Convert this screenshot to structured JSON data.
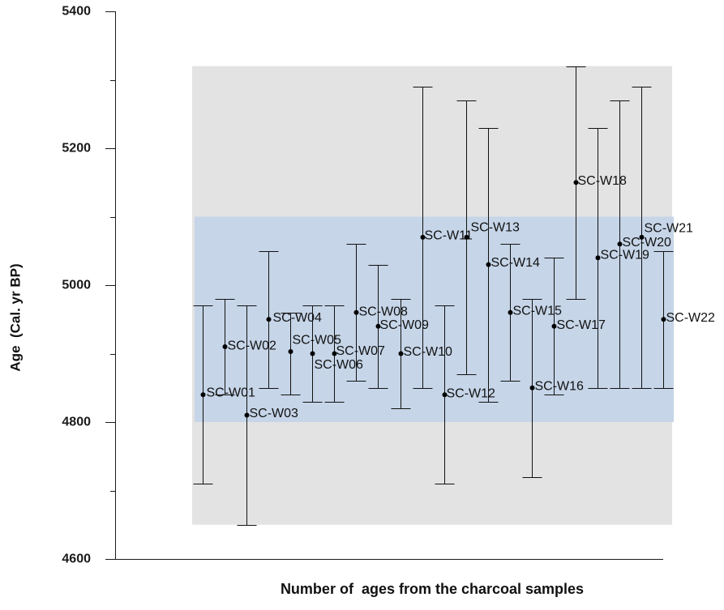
{
  "chart_data": {
    "type": "scatter",
    "error_bars": "vertical",
    "xlabel": "Number of  ages from the charcoal samples",
    "ylabel": "Age  (Cal. yr BP)",
    "ylim": [
      4600,
      5400
    ],
    "yticks": [
      4600,
      4800,
      5000,
      5200,
      5400
    ],
    "yminor_ticks": [
      4700,
      4900,
      5100,
      5300
    ],
    "xlim": [
      -3,
      22
    ],
    "xticks": [],
    "grid": false,
    "legend": "none",
    "point_color": "#000000",
    "bands": [
      {
        "from": 4650,
        "to": 5320,
        "color": "#e3e3e3"
      },
      {
        "from": 4800,
        "to": 5100,
        "color": "#c6d5e8"
      }
    ],
    "points": [
      {
        "label": "SC-W01",
        "x": 1,
        "y": 4840,
        "low": 4710,
        "high": 4970
      },
      {
        "label": "SC-W02",
        "x": 2,
        "y": 4910,
        "low": 4840,
        "high": 4980
      },
      {
        "label": "SC-W03",
        "x": 3,
        "y": 4810,
        "low": 4650,
        "high": 4970
      },
      {
        "label": "SC-W04",
        "x": 4,
        "y": 4950,
        "low": 4850,
        "high": 5050
      },
      {
        "label": "SC-W05",
        "x": 5,
        "y": 4903,
        "low": 4840,
        "high": 4960
      },
      {
        "label": "SC-W06",
        "x": 6,
        "y": 4900,
        "low": 4830,
        "high": 4970
      },
      {
        "label": "SC-W07",
        "x": 7,
        "y": 4900,
        "low": 4830,
        "high": 4970
      },
      {
        "label": "SC-W08",
        "x": 8,
        "y": 4960,
        "low": 4860,
        "high": 5060
      },
      {
        "label": "SC-W09",
        "x": 9,
        "y": 4940,
        "low": 4850,
        "high": 5030
      },
      {
        "label": "SC-W10",
        "x": 10,
        "y": 4900,
        "low": 4820,
        "high": 4980
      },
      {
        "label": "SC-W11",
        "x": 11,
        "y": 5070,
        "low": 4850,
        "high": 5290
      },
      {
        "label": "SC-W12",
        "x": 12,
        "y": 4840,
        "low": 4710,
        "high": 4970
      },
      {
        "label": "SC-W13",
        "x": 13,
        "y": 5070,
        "low": 4870,
        "high": 5270
      },
      {
        "label": "SC-W14",
        "x": 14,
        "y": 5030,
        "low": 4830,
        "high": 5230
      },
      {
        "label": "SC-W15",
        "x": 15,
        "y": 4960,
        "low": 4860,
        "high": 5060
      },
      {
        "label": "SC-W16",
        "x": 16,
        "y": 4850,
        "low": 4720,
        "high": 4980
      },
      {
        "label": "SC-W17",
        "x": 17,
        "y": 4940,
        "low": 4840,
        "high": 5040
      },
      {
        "label": "SC-W18",
        "x": 18,
        "y": 5150,
        "low": 4980,
        "high": 5320
      },
      {
        "label": "SC-W19",
        "x": 19,
        "y": 5040,
        "low": 4850,
        "high": 5230
      },
      {
        "label": "SC-W20",
        "x": 20,
        "y": 5060,
        "low": 4850,
        "high": 5270
      },
      {
        "label": "SC-W21",
        "x": 21,
        "y": 5070,
        "low": 4850,
        "high": 5290
      },
      {
        "label": "SC-W22",
        "x": 22,
        "y": 4950,
        "low": 4850,
        "high": 5050
      }
    ]
  }
}
